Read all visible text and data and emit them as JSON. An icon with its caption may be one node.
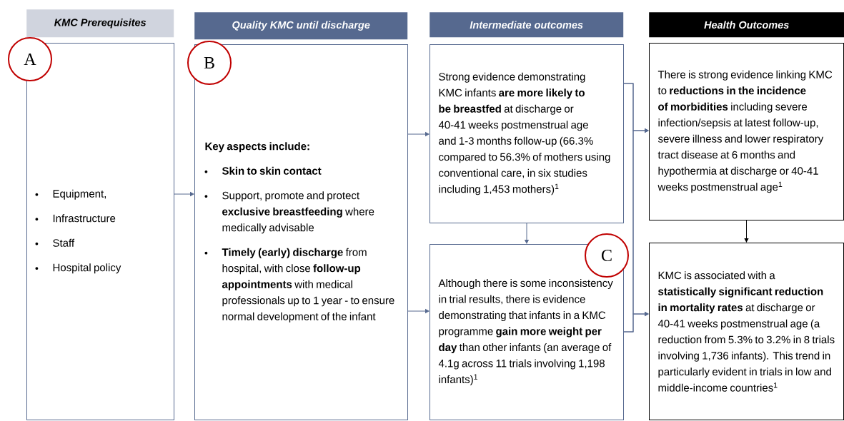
{
  "diagram": {
    "nodes": [
      {
        "text": [
          "KMC Prerequisites"
        ]
      },
      {
        "text": [
          "Equipment,",
          "Infrastructure",
          "Staff",
          "Hospital policy"
        ]
      },
      {
        "text": [
          "Quality KMC until discharge"
        ]
      },
      {
        "text": [
          "Key aspects include:",
          "Skin to skin contact",
          "Support, promote and protect **exclusive breastfeeding** where medically advisable",
          "**Timely (early) discharge** from hospital, with close **follow-up appointments** with medical professionals up to 1 year - to ensure normal development of the infant"
        ]
      },
      {
        "text": [
          "Intermediate outcomes"
        ]
      },
      {
        "text": [
          "Strong evidence demonstrating KMC infants **are more likely to be breastfed** at discharge or 40-41 weeks postmenstrual age and 1-3 months follow-up (66.3% compared to 56.3% of mothers using conventional care, in six studies including 1,453 mothers)$^{1}$"
        ]
      },
      {
        "text": [
          "Although there is some inconsistency in trial results, there is evidence demonstrating that infants in a KMC programme **gain more weight per day** than other infants (an average of 4.1g across 11 trials involving 1,198 infants)$^{1}$"
        ]
      },
      {
        "text": [
          "Health Outcomes"
        ]
      },
      {
        "text": [
          "There is strong evidence linking KMC to **reductions in the incidence of morbidities** including severe infection/sepsis at latest follow-up, severe illness and lower respiratory tract disease at 6 months and hypothermia at discharge or 40-41 weeks postmenstrual age$^{1}$"
        ]
      },
      {
        "text": [
          "KMC is associated with a **statistically significant reduction in mortality rates** at discharge or 40-41 weeks postmenstrual age (a reduction from 5.3% to 3.2% in 8 trials involving 1,736 infants). This trend in particularly evident in trials in low and middle-income countries$^{1}$"
        ]
      },
      {
        "text": [
          "A"
        ]
      },
      {
        "text": [
          "B"
        ]
      },
      {
        "text": [
          "C"
        ]
      }
    ],
    "edges": [
      {
        "from": 1,
        "to": 3,
        "arrow": "to"
      },
      {
        "from": 3,
        "to": 5,
        "arrow": "to"
      },
      {
        "from": 3,
        "to": 6,
        "arrow": "to"
      },
      {
        "from": 5,
        "to": 6,
        "arrow": "to"
      },
      {
        "from": 5,
        "to": 8,
        "arrow": "to"
      },
      {
        "from": 5,
        "to": 9,
        "arrow": "to"
      },
      {
        "from": 6,
        "to": 8,
        "arrow": "to"
      },
      {
        "from": 6,
        "to": 9,
        "arrow": "to"
      },
      {
        "from": 8,
        "to": 9,
        "arrow": "to",
        "color": "#000000"
      }
    ]
  }
}
